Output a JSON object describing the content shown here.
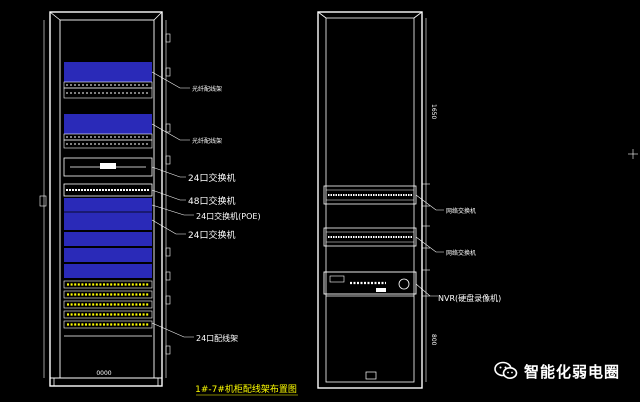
{
  "left_rack": {
    "labels": {
      "fiber_box_1": "光纤配线架",
      "fiber_box_2": "光纤配线架",
      "switch_24_a": "24口交换机",
      "switch_48": "48口交换机",
      "switch_24_poe": "24口交换机(POE)",
      "switch_24_b": "24口交换机",
      "patch_panel_24": "24口配线架"
    },
    "bottom_tag": "0000",
    "caption": "1#-7#机柜配线架布置图"
  },
  "right_rack": {
    "labels": {
      "device_1": "网络交换机",
      "device_2": "网络交换机",
      "nvr": "NVR(硬盘录像机)"
    },
    "dim_top": "1650",
    "dim_bottom": "800"
  },
  "watermark": {
    "text": "智能化弱电圈"
  },
  "colors": {
    "background": "#000000",
    "frame": "#ffffff",
    "blue_panel": "#2a2ab8",
    "yellow_patch": "#ffff00",
    "leader": "#ffffff"
  }
}
